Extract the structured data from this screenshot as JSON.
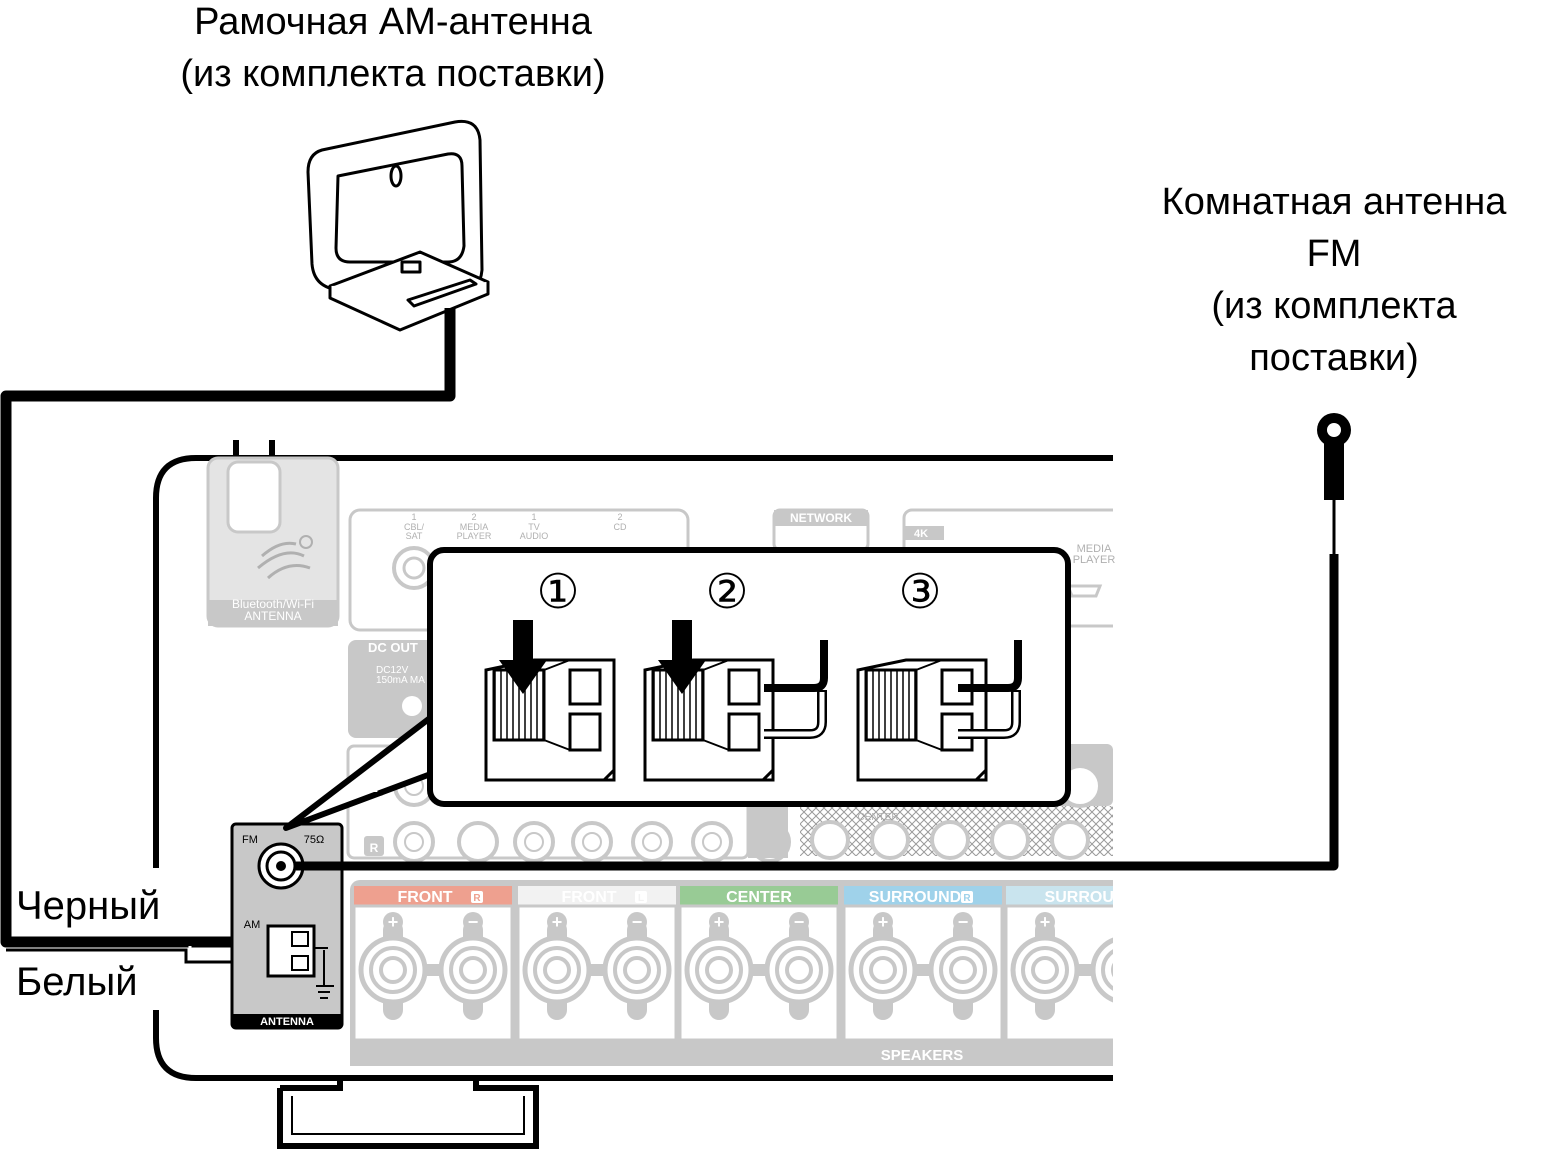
{
  "captions": {
    "am_antenna": [
      "Рамочная AM-антенна",
      "(из комплекта поставки)"
    ],
    "fm_antenna": [
      "Комнатная антенна",
      "FM",
      "(из комплекта",
      "поставки)"
    ],
    "wire_black": "Черный",
    "wire_white": "Белый"
  },
  "panel": {
    "bt_antenna": [
      "Bluetooth/Wi-Fi",
      "ANTENNA"
    ],
    "network": "NETWORK",
    "hdmi_4k": "4K",
    "hdmi_media_player": [
      "MEDIA",
      "PLAYER"
    ],
    "dc_out": "DC OUT",
    "dc_spec": [
      "DC12V",
      "150mA MA"
    ],
    "audio_inputs": [
      {
        "num": "1",
        "name": [
          "CBL/",
          "SAT"
        ]
      },
      {
        "num": "2",
        "name": [
          "MEDIA",
          "PLAYER"
        ]
      },
      {
        "num": "1",
        "name": [
          "TV",
          "AUDIO"
        ]
      },
      {
        "num": "2",
        "name": [
          "CD"
        ]
      }
    ],
    "center": "CENTER",
    "antenna": {
      "fm": "FM",
      "ohm": "75Ω",
      "am": "AM",
      "label": "ANTENNA"
    },
    "channel_l": "L",
    "channel_r": "R",
    "speakers": {
      "groups": [
        {
          "label": "FRONT",
          "ch": "R",
          "color": "#eea08f"
        },
        {
          "label": "FRONT",
          "ch": "L",
          "color": "#f2f2f2"
        },
        {
          "label": "CENTER",
          "ch": "",
          "color": "#98cb95"
        },
        {
          "label": "SURROUND",
          "ch": "R",
          "color": "#9fd2ea"
        },
        {
          "label": "SURROUN",
          "ch": "",
          "color": "#c9e4ee"
        }
      ],
      "label": "SPEAKERS"
    }
  },
  "steps": [
    "①",
    "②",
    "③"
  ],
  "colors": {
    "line": "#000000",
    "panel": "#c8c8c8",
    "panel_dark": "#b0b0b0"
  }
}
